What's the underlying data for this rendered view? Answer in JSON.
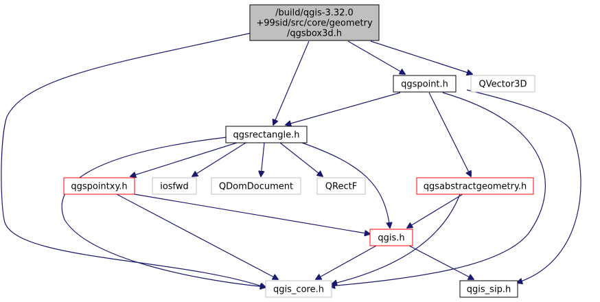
{
  "nodes": [
    {
      "id": "root",
      "lines": [
        "/build/qgis-3.32.0",
        "+99sid/src/core/geometry",
        "/qgsbox3d.h"
      ],
      "style": "root"
    },
    {
      "id": "qgspoint",
      "lines": [
        "qgspoint.h"
      ],
      "style": "normal"
    },
    {
      "id": "qvector3d",
      "lines": [
        "QVector3D"
      ],
      "style": "external"
    },
    {
      "id": "qgsrectangle",
      "lines": [
        "qgsrectangle.h"
      ],
      "style": "normal"
    },
    {
      "id": "qgspointxy",
      "lines": [
        "qgspointxy.h"
      ],
      "style": "truncated"
    },
    {
      "id": "iosfwd",
      "lines": [
        "iosfwd"
      ],
      "style": "external"
    },
    {
      "id": "qdomdocument",
      "lines": [
        "QDomDocument"
      ],
      "style": "external"
    },
    {
      "id": "qrectf",
      "lines": [
        "QRectF"
      ],
      "style": "external"
    },
    {
      "id": "qgsabstractgeometry",
      "lines": [
        "qgsabstractgeometry.h"
      ],
      "style": "truncated"
    },
    {
      "id": "qgis",
      "lines": [
        "qgis.h"
      ],
      "style": "truncated"
    },
    {
      "id": "qgis_core",
      "lines": [
        "qgis_core.h"
      ],
      "style": "external"
    },
    {
      "id": "qgis_sip",
      "lines": [
        "qgis_sip.h"
      ],
      "style": "normal"
    }
  ],
  "edges": [
    {
      "from": "root",
      "to": "qgspoint"
    },
    {
      "from": "root",
      "to": "qvector3d"
    },
    {
      "from": "root",
      "to": "qgsrectangle"
    },
    {
      "from": "root",
      "to": "qgis_core"
    },
    {
      "from": "qgspoint",
      "to": "qgsrectangle"
    },
    {
      "from": "qgspoint",
      "to": "qgsabstractgeometry"
    },
    {
      "from": "qgspoint",
      "to": "qgis_core"
    },
    {
      "from": "qgspoint",
      "to": "qgis_sip"
    },
    {
      "from": "qgsrectangle",
      "to": "qgspointxy"
    },
    {
      "from": "qgsrectangle",
      "to": "iosfwd"
    },
    {
      "from": "qgsrectangle",
      "to": "qdomdocument"
    },
    {
      "from": "qgsrectangle",
      "to": "qrectf"
    },
    {
      "from": "qgsrectangle",
      "to": "qgis"
    },
    {
      "from": "qgsrectangle",
      "to": "qgis_core"
    },
    {
      "from": "qgspointxy",
      "to": "qgis"
    },
    {
      "from": "qgspointxy",
      "to": "qgis_core"
    },
    {
      "from": "qgsabstractgeometry",
      "to": "qgis"
    },
    {
      "from": "qgsabstractgeometry",
      "to": "qgis_core"
    },
    {
      "from": "qgis",
      "to": "qgis_core"
    },
    {
      "from": "qgis",
      "to": "qgis_sip"
    }
  ],
  "colors": {
    "edge": "#191970",
    "root_fill": "#bfbfbf",
    "normal_border": "#000000",
    "truncated_border": "#ff0000",
    "external_border": "#bfbfbf",
    "text": "#000000"
  }
}
